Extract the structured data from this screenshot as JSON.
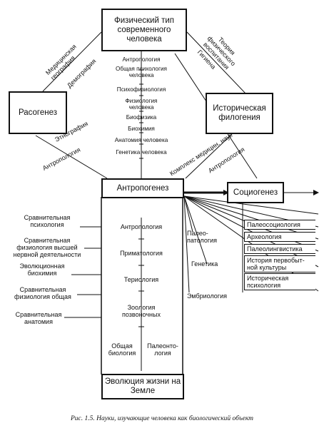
{
  "boxes": {
    "fizicheskiy_tip": "Физический тип современного человека",
    "rasogenez": "Расогенез",
    "istoricheskaya_filogeniya": "Историческая филогения",
    "antropogenez": "Антропогенез",
    "sotsiogenez": "Социогенез",
    "evolyutsiya": "Эволюция жизни на Земле"
  },
  "top_chain": [
    "Антропология",
    "Общая психология человека",
    "Психофизиология",
    "Физиология человека",
    "Биофизика",
    "Биохимия",
    "Анатомия человека",
    "Генетика человека"
  ],
  "diagonals": {
    "med_geo": "Медицинская география",
    "demografiya": "Демография",
    "teoriya_fiz": "Теория физического воспитания",
    "gigiena": "Гигиена",
    "etnografiya": "Этнография",
    "antropologiya_left": "Антропология",
    "kompleks": "Комплекс медицин. наук",
    "antropologiya_right": "Антропология"
  },
  "left_list": [
    "Сравнительная психология",
    "Сравнительная физиология высшей нервной деятельности",
    "Эволюционная биохимия",
    "Сравнительная физиология общая",
    "Сравнительная анатомия"
  ],
  "center_chain": [
    "Антропология",
    "Приматология",
    "Териология",
    "Зоология позвоночных"
  ],
  "bottom_pair": {
    "left": "Общая биология",
    "right": "Палеонто-логия"
  },
  "right_mid": {
    "paleopatologiya": "Палео-патология",
    "genetika": "Генетика",
    "embriologiya": "Эмбриология"
  },
  "right_list": [
    "Палеосоциология",
    "Археология",
    "Палеолингвистика",
    "История первобыт-ной культуры",
    "Историческая психология"
  ],
  "caption": "Рис. 1.5. Науки, изучающие человека как биологический объект"
}
